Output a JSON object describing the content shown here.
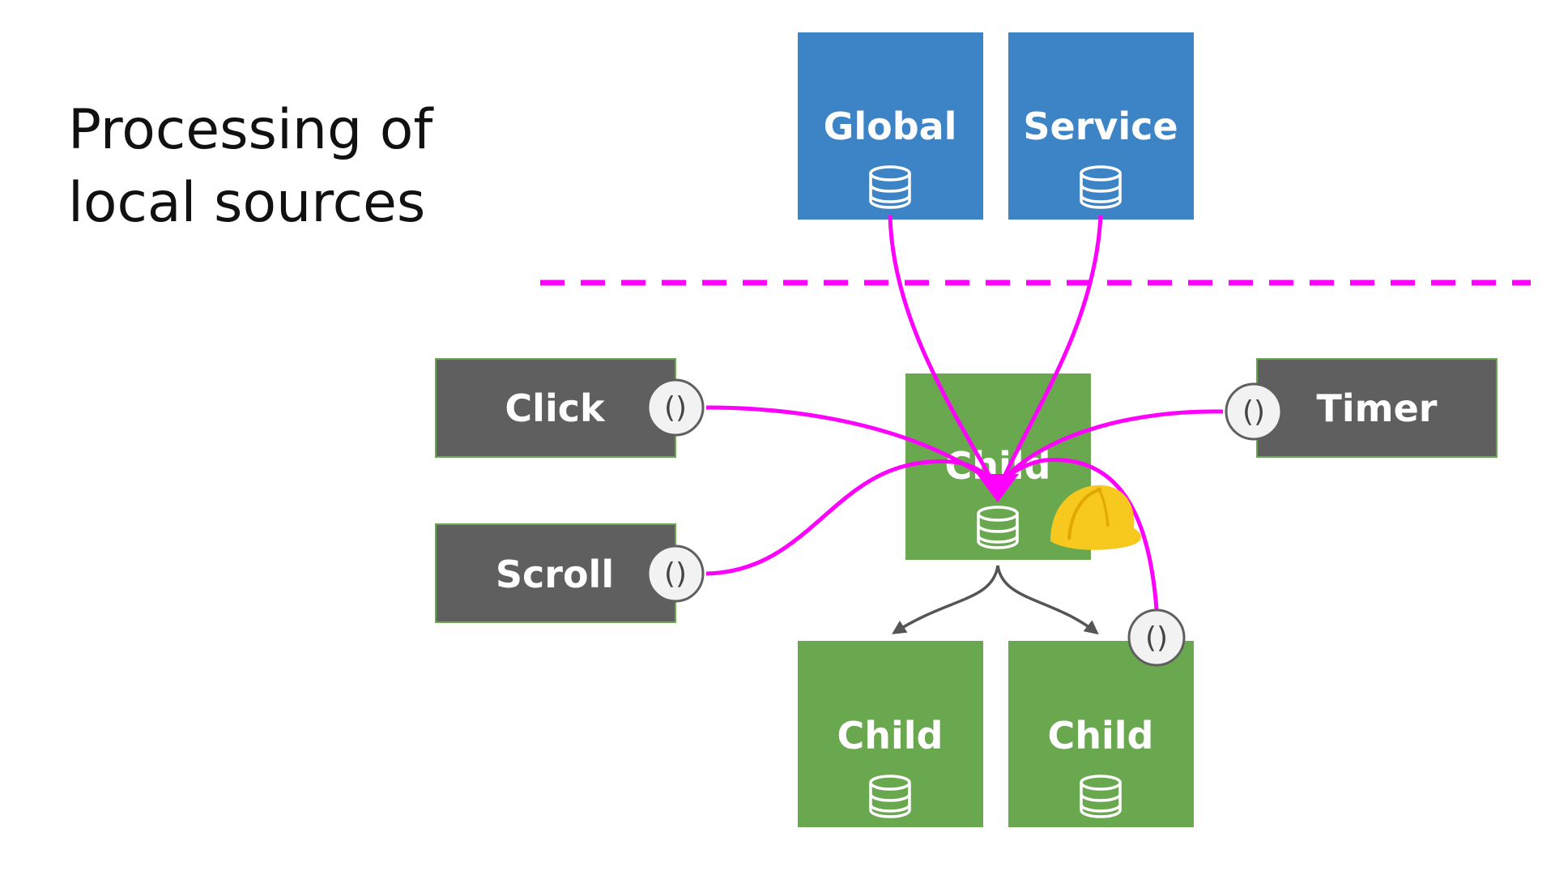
{
  "title": {
    "line1": "Processing of",
    "line2": "local sources"
  },
  "colors": {
    "blue": "#3d84c6",
    "green": "#6aa84f",
    "gray": "#5f5f5f",
    "magenta": "#ff00ff",
    "helmet": "#f7c81e"
  },
  "icons": {
    "store": "database-icon",
    "source": "function-call-icon",
    "worker": "hard-hat-icon"
  },
  "nodes": {
    "global": {
      "label": "Global"
    },
    "service": {
      "label": "Service"
    },
    "child_center": {
      "label": "Child"
    },
    "child_left": {
      "label": "Child"
    },
    "child_right": {
      "label": "Child"
    },
    "click": {
      "label": "Click"
    },
    "scroll": {
      "label": "Scroll"
    },
    "timer": {
      "label": "Timer"
    }
  },
  "source_symbol": "()"
}
